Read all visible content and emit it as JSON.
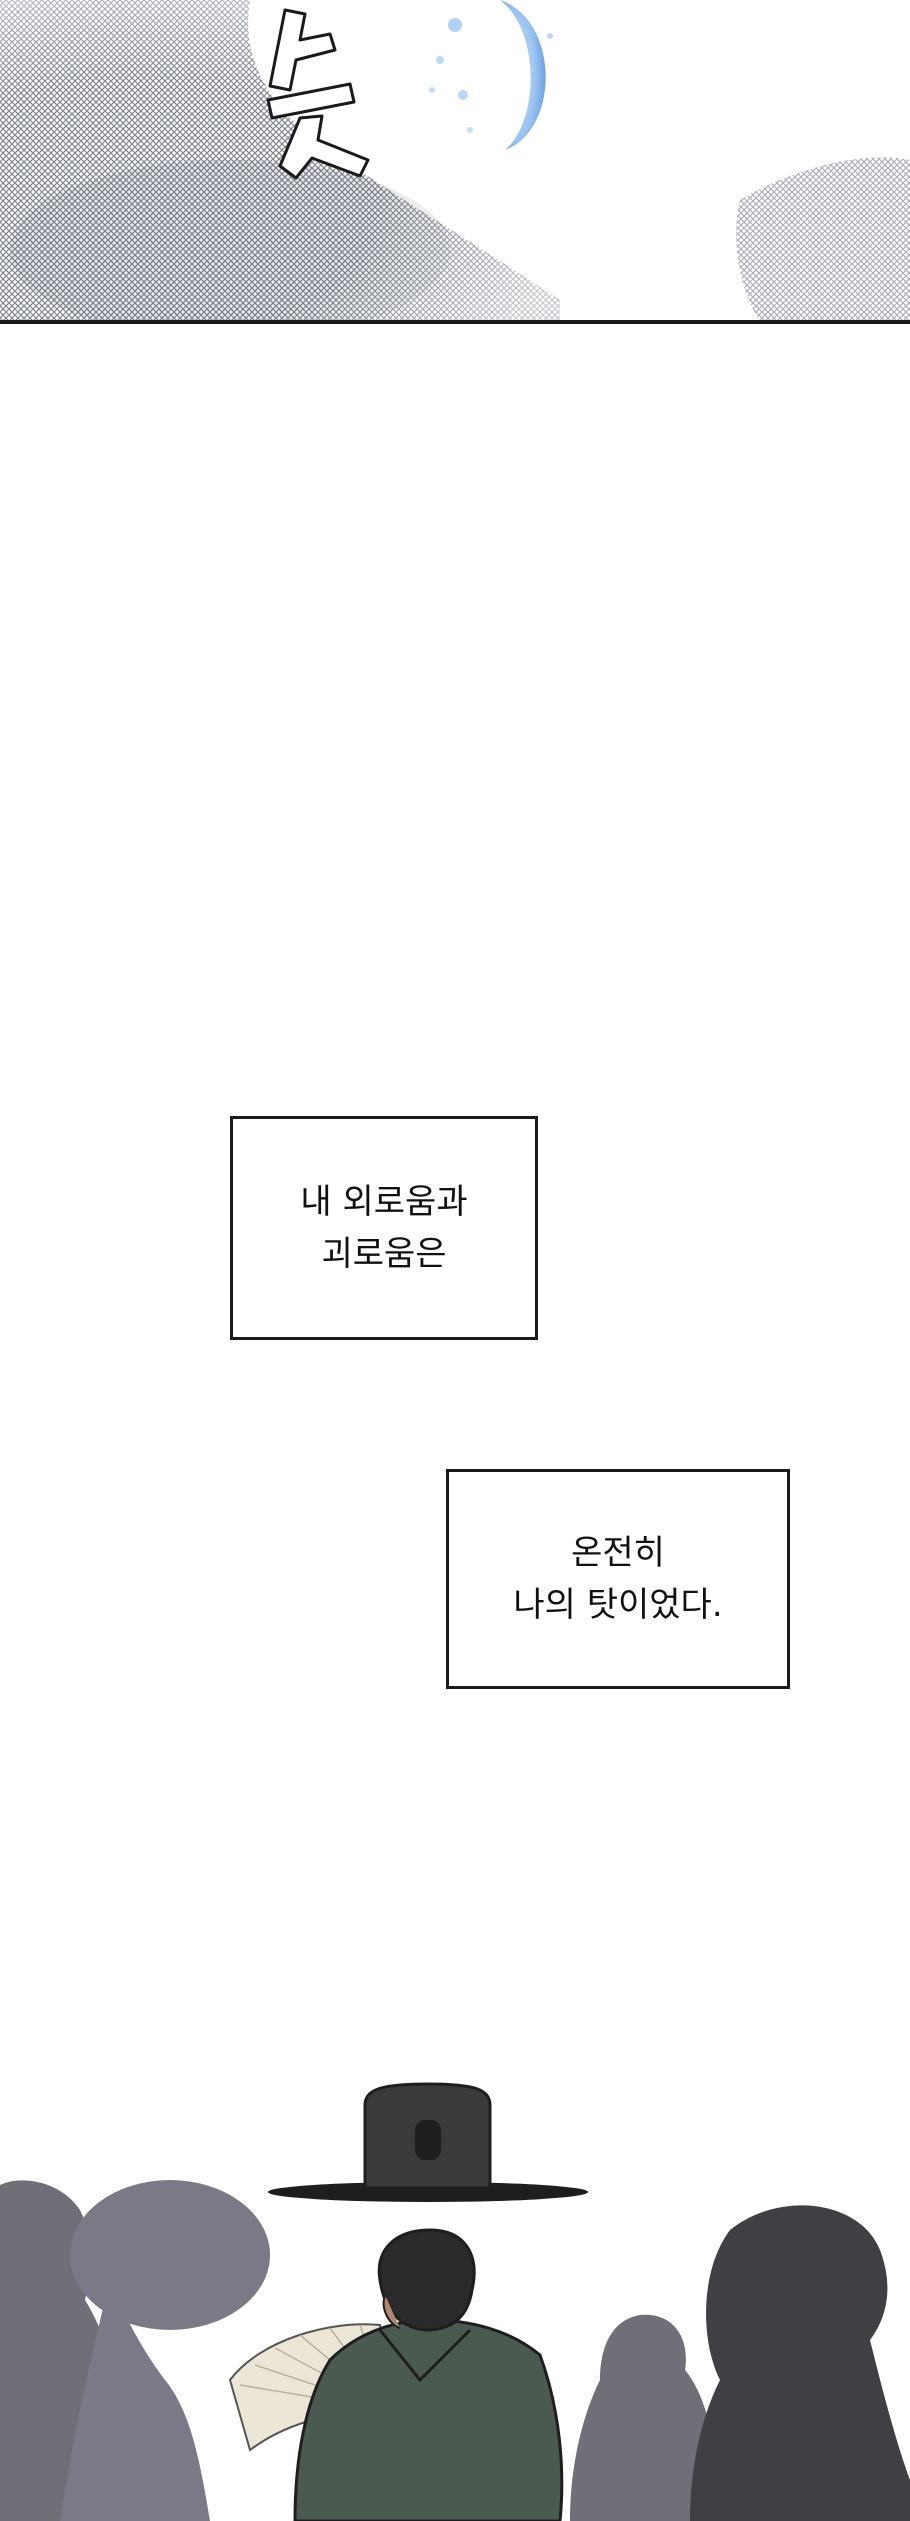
{
  "sfx_text": "",
  "captions": [
    {
      "lines": [
        "내 외로움과",
        "괴로움은"
      ]
    },
    {
      "lines": [
        "온전히",
        "나의 탓이었다."
      ]
    }
  ],
  "colors": {
    "background": "#ffffff",
    "border": "#1a1a1a",
    "halftone": "#8a8f9a",
    "moon_blue": "#7fb3ee",
    "crowd_gray": "#6f6f78",
    "crowd_dark": "#3f3f44",
    "robe_green": "#4a5a50",
    "hat_black": "#1e1e1e",
    "fan": "#ece6d6"
  }
}
